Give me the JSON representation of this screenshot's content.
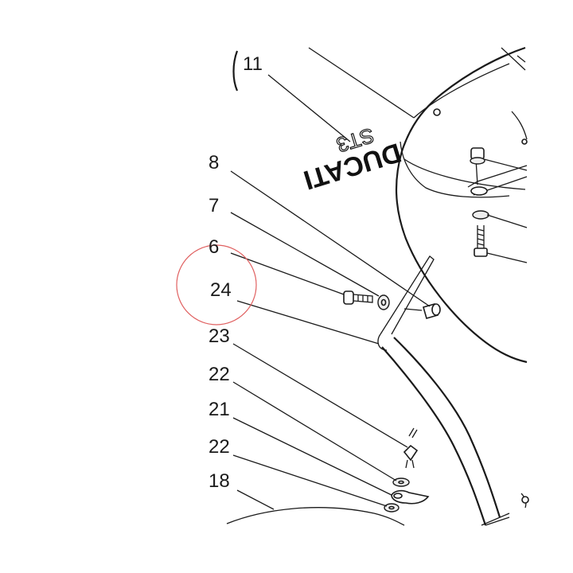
{
  "callouts": {
    "c11": "11",
    "c8": "8",
    "c7": "7",
    "c6": "6",
    "c24": "24",
    "c23": "23",
    "c22a": "22",
    "c21": "21",
    "c22b": "22",
    "c18": "18"
  },
  "decal": {
    "brand": "DUCATI",
    "model": "ST3"
  },
  "colors": {
    "highlight_circle": "#e06060",
    "ink": "#1a1a1a"
  }
}
